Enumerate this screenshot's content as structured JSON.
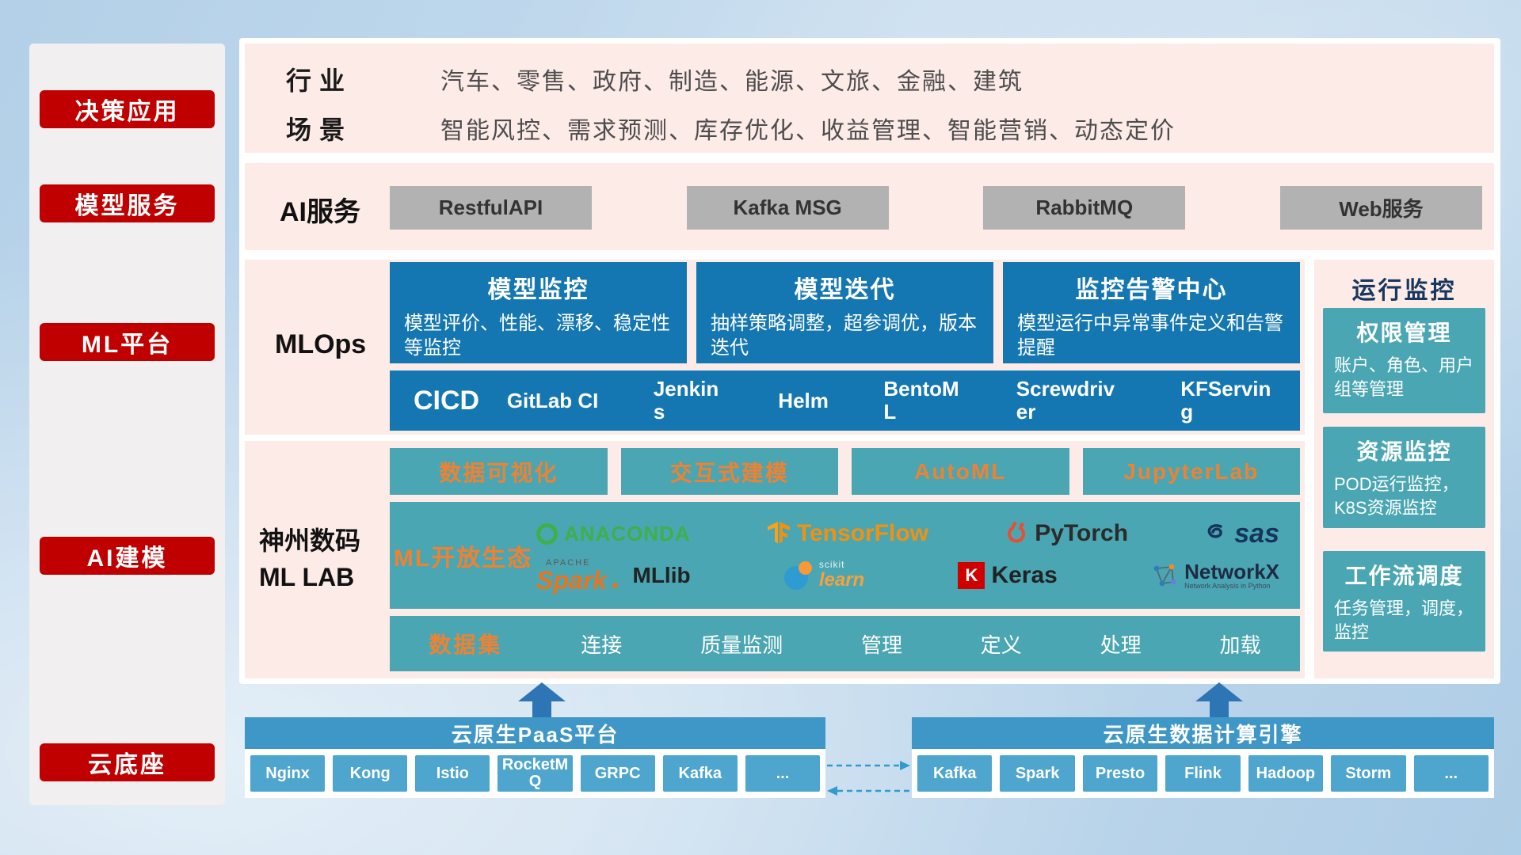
{
  "palette": {
    "red": "#c00000",
    "panel_pink": "#fdebe7",
    "deep_blue": "#1577b2",
    "teal": "#4aa6b2",
    "orange": "#ee8233",
    "bar_blue": "#3e97c6",
    "chip_blue": "#4ea5cd"
  },
  "sidebar": {
    "items": [
      {
        "label": "决策应用"
      },
      {
        "label": "模型服务"
      },
      {
        "label": "ML平台"
      },
      {
        "label": "AI建模"
      },
      {
        "label": "云底座"
      }
    ]
  },
  "industry": {
    "rows": [
      {
        "label": "行业",
        "text": "汽车、零售、政府、制造、能源、文旅、金融、建筑"
      },
      {
        "label": "场景",
        "text": "智能风控、需求预测、库存优化、收益管理、智能营销、动态定价"
      }
    ]
  },
  "ai_service": {
    "label": "AI服务",
    "buttons": [
      "RestfulAPI",
      "Kafka MSG",
      "RabbitMQ",
      "Web服务"
    ]
  },
  "mlops": {
    "label": "MLOps",
    "cards": [
      {
        "title": "模型监控",
        "desc": "模型评价、性能、漂移、稳定性等监控"
      },
      {
        "title": "模型迭代",
        "desc": "抽样策略调整，超参调优，版本迭代"
      },
      {
        "title": "监控告警中心",
        "desc": "模型运行中异常事件定义和告警提醒"
      }
    ],
    "cicd_label": "CICD",
    "cicd_tools": [
      "GitLab CI",
      "Jenkins",
      "Helm",
      "BentoML",
      "Screwdriver",
      "KFServing"
    ]
  },
  "monitor": {
    "title": "运行监控",
    "cards": [
      {
        "title": "权限管理",
        "desc": "账户、角色、用户组等管理"
      },
      {
        "title": "资源监控",
        "desc": "POD运行监控，K8S资源监控"
      },
      {
        "title": "工作流调度",
        "desc": "任务管理，调度，监控"
      }
    ]
  },
  "mllab": {
    "label_line1": "神州数码",
    "label_line2": "ML LAB",
    "tools": [
      "数据可视化",
      "交互式建模",
      "AutoML",
      "JupyterLab"
    ],
    "eco_label": "ML开放生态",
    "logos": {
      "anaconda": "ANACONDA",
      "tensorflow": "TensorFlow",
      "pytorch": "PyTorch",
      "sas": "sas",
      "apache": "APACHE",
      "spark": "Spark",
      "mllib": "MLlib",
      "scikit": "scikit",
      "learn": "learn",
      "keras_k": "K",
      "keras": "Keras",
      "networkx": "NetworkX",
      "networkx_caption": "Network Analysis in Python"
    },
    "dataset_label": "数据集",
    "dataset_items": [
      "连接",
      "质量监测",
      "管理",
      "定义",
      "处理",
      "加载"
    ]
  },
  "cloud": {
    "paas": {
      "title": "云原生PaaS平台",
      "chips": [
        "Nginx",
        "Kong",
        "Istio",
        "RocketMQ",
        "GRPC",
        "Kafka",
        "..."
      ]
    },
    "engine": {
      "title": "云原生数据计算引擎",
      "chips": [
        "Kafka",
        "Spark",
        "Presto",
        "Flink",
        "Hadoop",
        "Storm",
        "..."
      ]
    }
  }
}
